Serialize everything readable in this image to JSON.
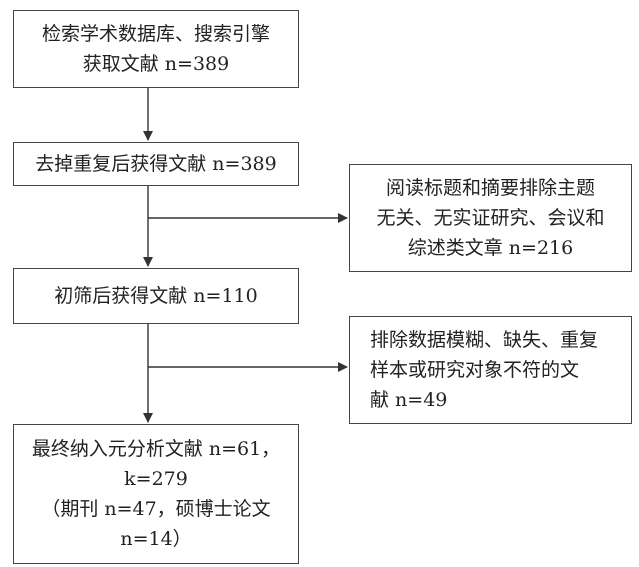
{
  "flow": {
    "step1": {
      "lines": [
        "检索学术数据库、搜索引擎",
        "获取文献 n=389"
      ]
    },
    "step2": {
      "lines": [
        "去掉重复后获得文献 n=389"
      ]
    },
    "step3": {
      "lines": [
        "初筛后获得文献 n=110"
      ]
    },
    "step4": {
      "lines": [
        "最终纳入元分析文献 n=61，",
        "k=279",
        "（期刊 n=47，硕博士论文",
        "n=14）"
      ]
    },
    "exclusion1": {
      "lines": [
        "阅读标题和摘要排除主题",
        "无关、无实证研究、会议和",
        "综述类文章 n=216"
      ]
    },
    "exclusion2": {
      "lines": [
        "排除数据模糊、缺失、重复",
        "样本或研究对象不符的文",
        "献 n=49"
      ]
    }
  },
  "colors": {
    "border": "#444444",
    "arrow": "#333333",
    "text": "#222222"
  }
}
